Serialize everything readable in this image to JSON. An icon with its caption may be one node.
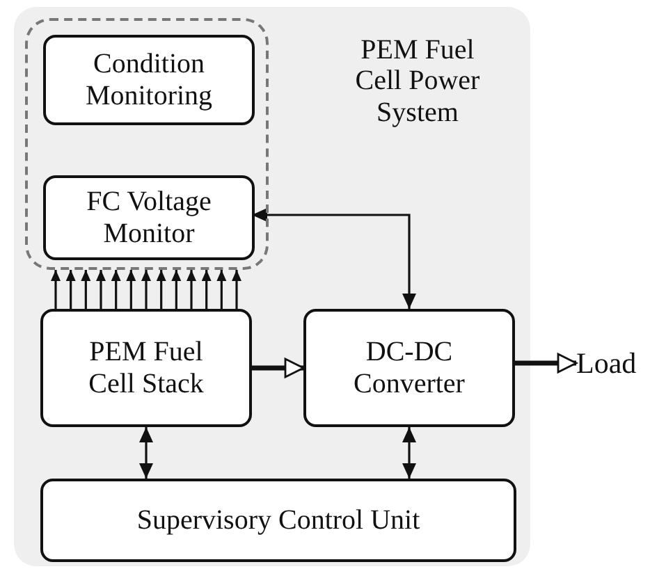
{
  "diagram": {
    "nodes": [
      {
        "text": [
          "PEM Fuel Cell Power System"
        ]
      },
      {
        "text": [],
        "shape": "box",
        "in": 0
      },
      {
        "text": [
          "Condition Monitoring"
        ],
        "in": 1
      },
      {
        "text": [
          "FC Voltage Monitor"
        ],
        "in": 1
      },
      {
        "text": [
          "PEM Fuel Cell Stack"
        ],
        "in": 0
      },
      {
        "text": [
          "DC-DC Converter"
        ],
        "in": 0
      },
      {
        "text": [
          "Supervisory Control Unit"
        ],
        "in": 0
      },
      {
        "text": [
          "Load"
        ]
      }
    ],
    "edges": [
      {
        "from": 4,
        "to": 1,
        "arrow": "to"
      },
      {
        "from": 4,
        "to": 1,
        "arrow": "to"
      },
      {
        "from": 4,
        "to": 1,
        "arrow": "to"
      },
      {
        "from": 4,
        "to": 1,
        "arrow": "to"
      },
      {
        "from": 4,
        "to": 1,
        "arrow": "to"
      },
      {
        "from": 4,
        "to": 1,
        "arrow": "to"
      },
      {
        "from": 4,
        "to": 1,
        "arrow": "to"
      },
      {
        "from": 4,
        "to": 1,
        "arrow": "to"
      },
      {
        "from": 4,
        "to": 1,
        "arrow": "to"
      },
      {
        "from": 4,
        "to": 1,
        "arrow": "to"
      },
      {
        "from": 4,
        "to": 1,
        "arrow": "to"
      },
      {
        "from": 4,
        "to": 1,
        "arrow": "to"
      },
      {
        "from": 4,
        "to": 1,
        "arrow": "to"
      },
      {
        "from": 3,
        "to": 5,
        "arrow": "both"
      },
      {
        "from": 4,
        "to": 5,
        "arrow": "to",
        "style": "thick"
      },
      {
        "from": 5,
        "to": 7,
        "arrow": "to",
        "style": "thick"
      },
      {
        "from": 4,
        "to": 6,
        "arrow": "both"
      },
      {
        "from": 5,
        "to": 6,
        "arrow": "both"
      }
    ]
  }
}
